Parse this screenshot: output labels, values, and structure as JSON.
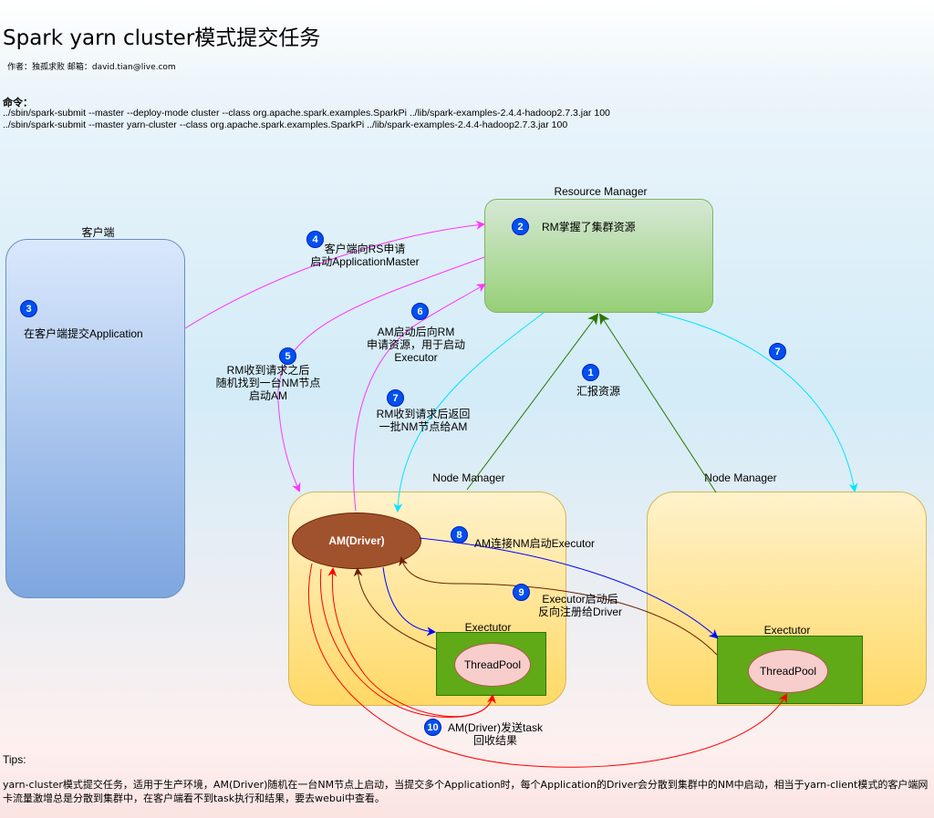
{
  "title": "Spark yarn cluster模式提交任务",
  "author": "作者：独孤求败 邮箱：david.tian@live.com",
  "commands": {
    "label": "命令：",
    "line1": "../sbin/spark-submit --master --deploy-mode cluster --class org.apache.spark.examples.SparkPi ../lib/spark-examples-2.4.4-hadoop2.7.3.jar 100",
    "line2": "../sbin/spark-submit --master yarn-cluster --class org.apache.spark.examples.SparkPi ../lib/spark-examples-2.4.4-hadoop2.7.3.jar 100"
  },
  "nodes": {
    "client_title": "客户端",
    "client_text": "在客户端提交Application",
    "rm_title": "Resource Manager",
    "rm_text": "RM掌握了集群资源",
    "nm1_title": "Node Manager",
    "nm2_title": "Node Manager",
    "am": "AM(Driver)",
    "exec1_title": "Exectutor",
    "exec2_title": "Exectutor",
    "threadpool1": "ThreadPool",
    "threadpool2": "ThreadPool"
  },
  "steps": {
    "s1_num": "1",
    "s1_text": "汇报资源",
    "s2_num": "2",
    "s3_num": "3",
    "s4_num": "4",
    "s4_line1": "客户端向RS申请",
    "s4_line2": "启动ApplicationMaster",
    "s5_num": "5",
    "s5_line1": "RM收到请求之后",
    "s5_line2": "随机找到一台NM节点",
    "s5_line3": "启动AM",
    "s6_num": "6",
    "s6_line1": "AM启动后向RM",
    "s6_line2": "申请资源，用于启动",
    "s6_line3": "Executor",
    "s7a_num": "7",
    "s7_line1": "RM收到请求后返回",
    "s7_line2": "一批NM节点给AM",
    "s7b_num": "7",
    "s8_num": "8",
    "s8_text": "AM连接NM启动Executor",
    "s9_num": "9",
    "s9_line1": "Executor启动后",
    "s9_line2": "反向注册给Driver",
    "s10_num": "10",
    "s10_line1": "AM(Driver)发送task",
    "s10_line2": "回收结果"
  },
  "colors": {
    "arrow_magenta": "#ff33ff",
    "arrow_cyan": "#00ffff",
    "arrow_green": "#2d7600",
    "arrow_blue": "#0000ff",
    "arrow_brown": "#6d1f00",
    "arrow_red": "#ff0000"
  },
  "tips": {
    "label": "Tips:",
    "text": "yarn-cluster模式提交任务，适用于生产环境，AM(Driver)随机在一台NM节点上启动，当提交多个Application时，每个Application的Driver会分散到集群中的NM中启动，相当于yarn-client模式的客户端网卡流量激增总是分散到集群中，在客户端看不到task执行和结果，要去webui中查看。"
  }
}
